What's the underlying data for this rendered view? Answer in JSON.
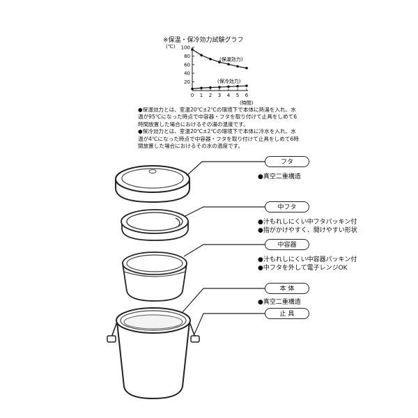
{
  "chart_data": {
    "type": "line",
    "title": "※保温・保冷効力試験グラフ",
    "y_unit_label": "(℃)",
    "x_unit_label": "(時間)",
    "xlim": [
      0,
      6
    ],
    "ylim": [
      0,
      100
    ],
    "x_ticks": [
      "0",
      "1",
      "2",
      "3",
      "4",
      "5",
      "6"
    ],
    "y_ticks": [
      "100",
      "80",
      "60",
      "40",
      "20"
    ],
    "grid": false,
    "series": [
      {
        "name": "(保温効力)",
        "x": [
          0,
          1,
          2,
          3,
          4,
          5,
          6
        ],
        "y": [
          95,
          82,
          73,
          66,
          61,
          56,
          52
        ]
      },
      {
        "name": "(保冷効力)",
        "x": [
          0,
          1,
          2,
          3,
          4,
          5,
          6
        ],
        "y": [
          4,
          6,
          7,
          8,
          9,
          10,
          11
        ]
      }
    ]
  },
  "notes": [
    "●保温効力とは、室温20℃±2℃の環境下で本体に熱湯を入れ、水温が95℃になった時点で中容器・フタを取り付けて止具をしめて6時間放置した場合におけるその湯の温度です。",
    "●保冷効力とは、室温20℃±2℃の環境下で本体に冷水を入れ、水温が4℃になった時点で中容器・フタを取り付けて止具をしめて6時間放置した場合におけるその水の温度です。"
  ],
  "parts": [
    {
      "label": "フタ",
      "desc": [
        "●真空二重構造"
      ]
    },
    {
      "label": "中フタ",
      "desc": [
        "●汁もれしにくい中フタパッキン付",
        "●指がかけやすく、開けやすい形状"
      ]
    },
    {
      "label": "中容器",
      "desc": [
        "●汁もれしにくい中容器パッキン付",
        "●中フタを外して電子レンジOK"
      ]
    },
    {
      "label": "本 体",
      "desc": [
        "●真空二重構造"
      ]
    },
    {
      "label": "止 具",
      "desc": []
    }
  ]
}
